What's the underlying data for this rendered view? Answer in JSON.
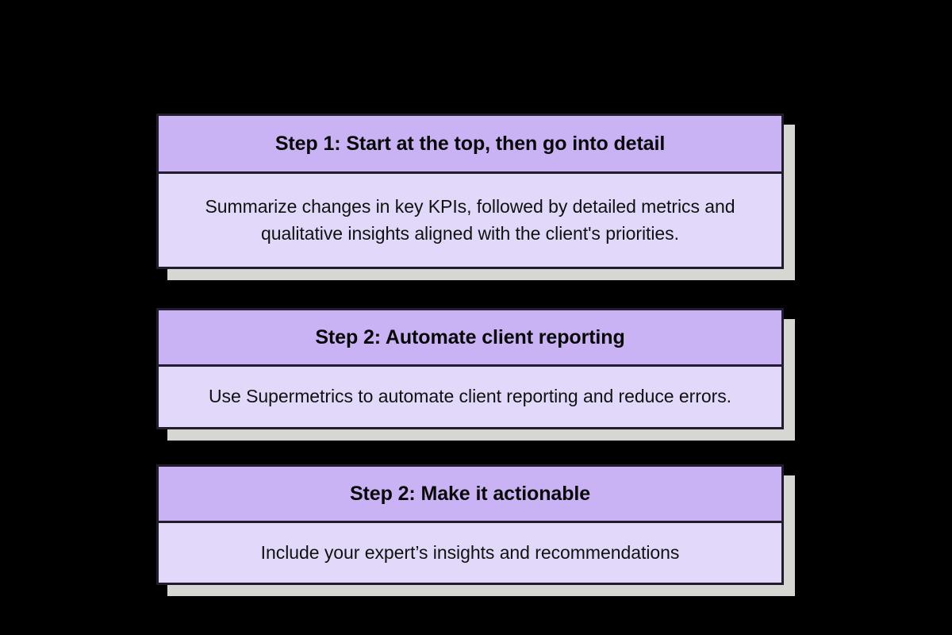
{
  "page": {
    "background_color": "#000000",
    "title": "Client reporting best practices steps"
  },
  "theme": {
    "header_fill": "#c9b3f5",
    "body_fill": "#e2d9fa",
    "border_color": "#221c2e",
    "shadow_color": "#d6d7d3",
    "text_color": "#080808"
  },
  "cards": [
    {
      "header": "Step 1: Start at the top, then go into detail",
      "body": "Summarize changes in key KPIs, followed by detailed metrics and qualitative insights aligned with the client's priorities."
    },
    {
      "header": "Step 2: Automate client reporting",
      "body": "Use Supermetrics to automate client reporting and reduce errors."
    },
    {
      "header": "Step 2: Make it actionable",
      "body": "Include your expert’s insights and recommendations"
    }
  ]
}
